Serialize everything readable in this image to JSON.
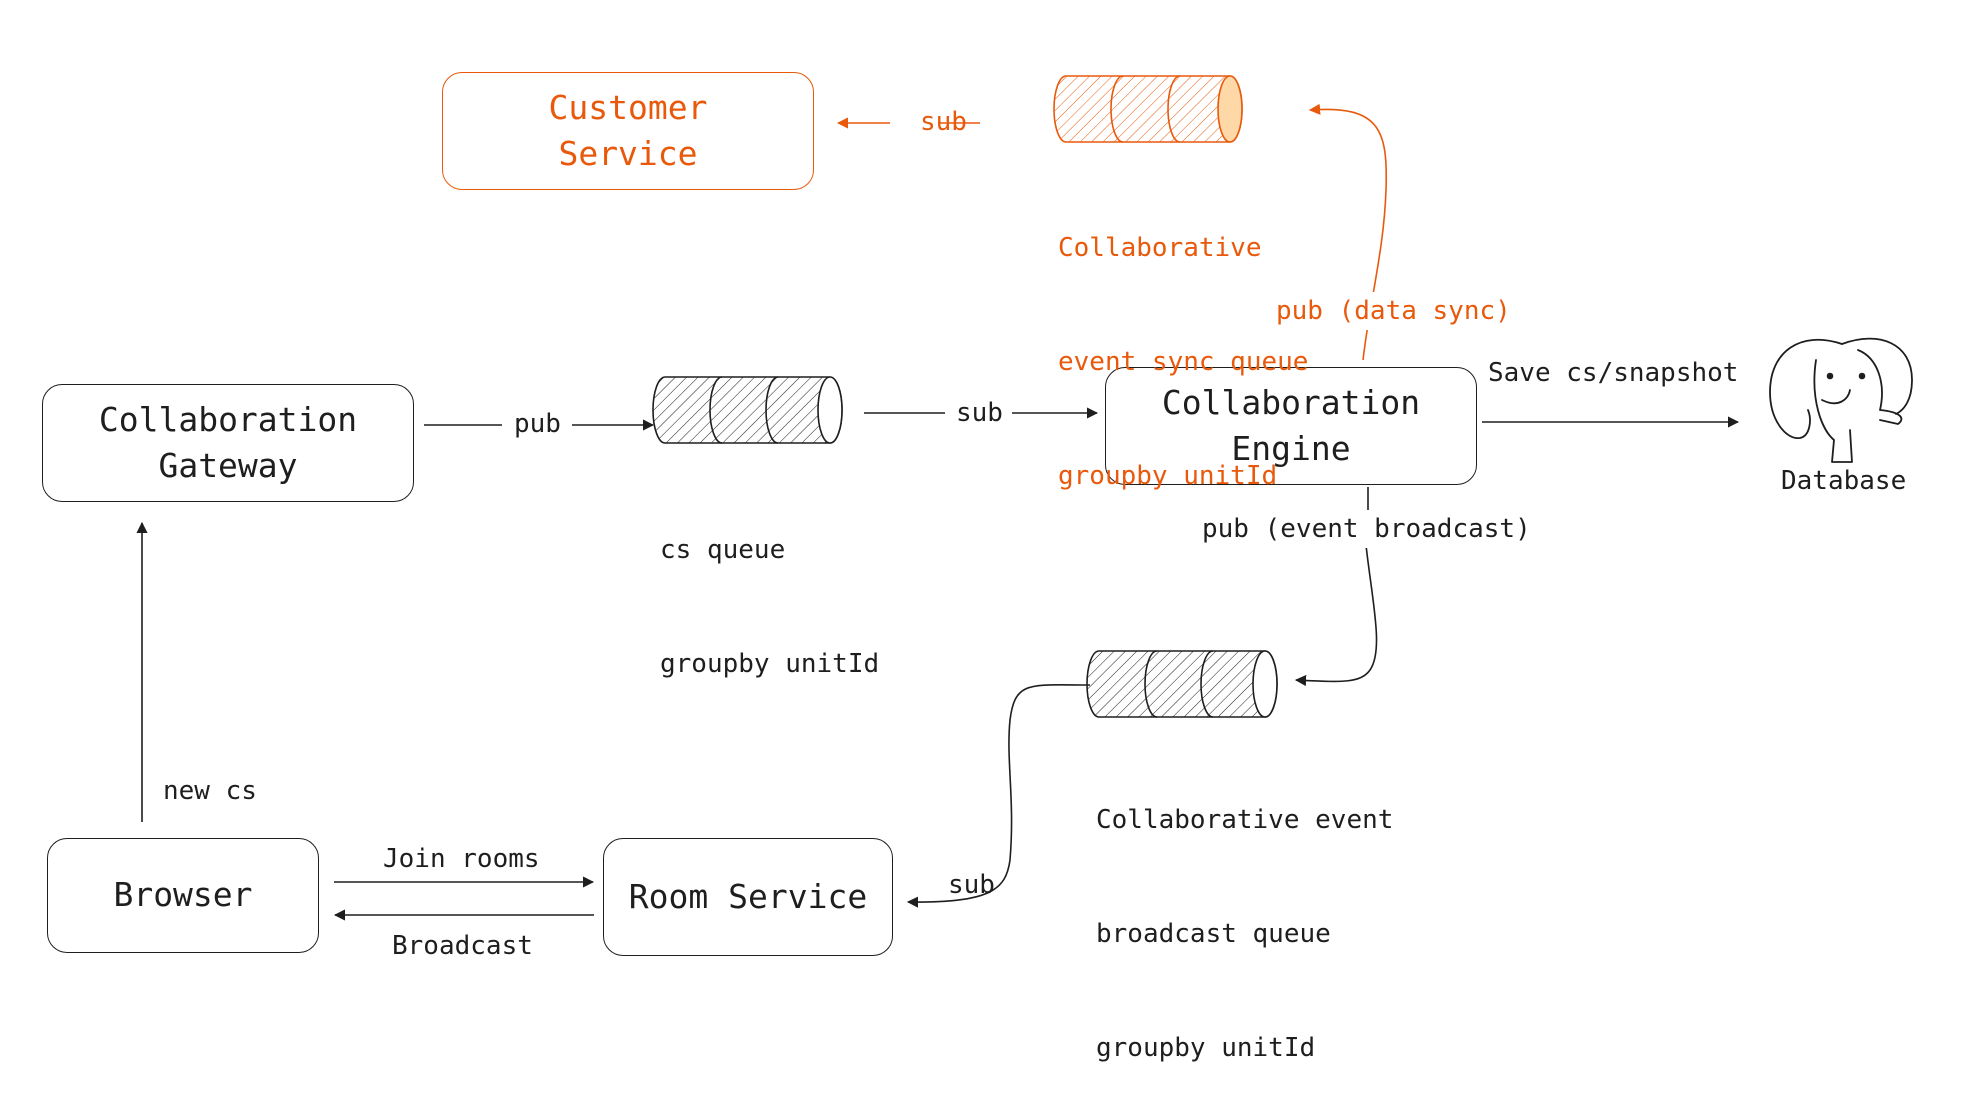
{
  "colors": {
    "ink": "#1e1e1e",
    "accent": "#e8590c",
    "accent_fill": "#ffd8a8"
  },
  "nodes": {
    "customer_service": [
      "Customer",
      "Service"
    ],
    "collaboration_gateway": [
      "Collaboration",
      "Gateway"
    ],
    "collaboration_engine": [
      "Collaboration",
      "Engine"
    ],
    "browser": "Browser",
    "room_service": "Room Service",
    "database": "Database"
  },
  "queues": {
    "event_sync": [
      "Collaborative",
      "event sync queue",
      "groupby unitId"
    ],
    "cs": [
      "cs queue",
      "groupby unitId"
    ],
    "event_broadcast": [
      "Collaborative event",
      "broadcast queue",
      "groupby unitId"
    ]
  },
  "edges": {
    "sync_sub": "sub",
    "gateway_pub": "pub",
    "cs_sub": "sub",
    "engine_pub_data_sync": "pub (data sync)",
    "save_snapshot": "Save cs/snapshot",
    "engine_pub_broadcast": "pub (event broadcast)",
    "new_cs": "new cs",
    "join_rooms": "Join rooms",
    "broadcast": "Broadcast",
    "broadcast_sub": "sub"
  }
}
